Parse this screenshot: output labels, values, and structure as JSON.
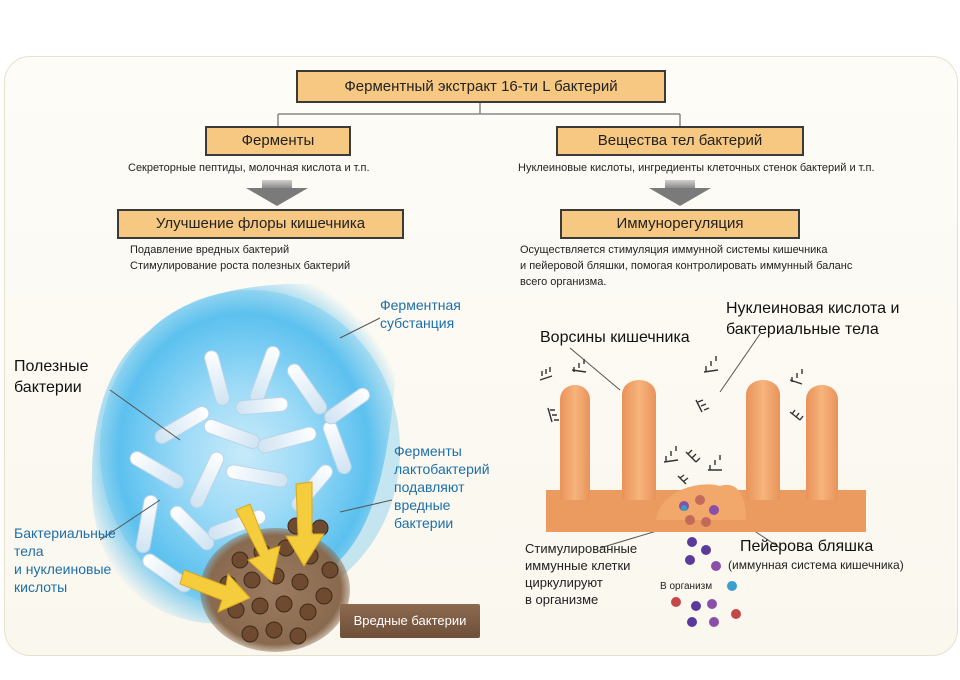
{
  "top_box": "Ферментный экстракт 16-ти L бактерий",
  "left": {
    "box1": "Ферменты",
    "desc1": "Секреторные пептиды, молочная кислота и т.п.",
    "box2": "Улучшение флоры кишечника",
    "desc2_line1": "Подавление вредных бактерий",
    "desc2_line2": "Стимулирование роста полезных бактерий"
  },
  "right": {
    "box1": "Вещества тел бактерий",
    "desc1": "Нуклеиновые кислоты, ингредиенты клеточных стенок бактерий и т.п.",
    "box2": "Иммунорегуляция",
    "desc2_line1": "Осуществляется стимуляция иммунной системы кишечника",
    "desc2_line2": "и пейеровой бляшки, помогая контролировать иммунный баланс",
    "desc2_line3": "всего организма."
  },
  "labels": {
    "enzyme_substance_1": "Ферментная",
    "enzyme_substance_2": "субстанция",
    "useful_1": "Полезные",
    "useful_2": "бактерии",
    "lacto_1": "Ферменты",
    "lacto_2": "лактобактерий",
    "lacto_3": "подавляют",
    "lacto_4": "вредные",
    "lacto_5": "бактерии",
    "bodies_1": "Бактериальные",
    "bodies_2": "тела",
    "bodies_3": "и нуклеиновые",
    "bodies_4": "кислоты",
    "harmful": "Вредные бактерии",
    "nucleic_1": "Нуклеиновая кислота и",
    "nucleic_2": "бактериальные тела",
    "villi": "Ворсины кишечника",
    "stim_1": "Стимулированные",
    "stim_2": "иммунные клетки",
    "stim_3": "циркулируют",
    "stim_4": "в организме",
    "peyer": "Пейерова бляшка",
    "peyer_sub": "(иммунная система кишечника)",
    "in_body": "В организм"
  },
  "colors": {
    "box_fill": "#f6c882",
    "blue_text": "#1d6fa8",
    "villi": "#f2a86a",
    "arrow_yellow": "#f4cc3c",
    "cloud_blue": "#5ec2f0"
  }
}
